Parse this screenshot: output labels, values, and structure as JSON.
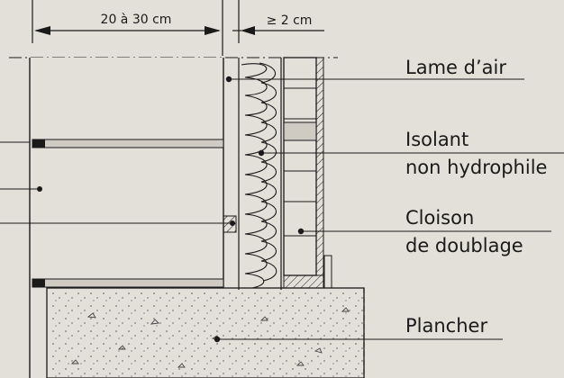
{
  "dimensions": {
    "wall_thickness": "20 à 30 cm",
    "air_gap": "≥ 2 cm"
  },
  "callouts": {
    "air_layer": "Lame d’air",
    "insulation_line1": "Isolant",
    "insulation_line2": "non hydrophile",
    "partition_line1": "Cloison",
    "partition_line2": "de doublage",
    "floor": "Plancher"
  },
  "colors": {
    "background": "#e3e0da",
    "ink": "#1a1a1a"
  }
}
